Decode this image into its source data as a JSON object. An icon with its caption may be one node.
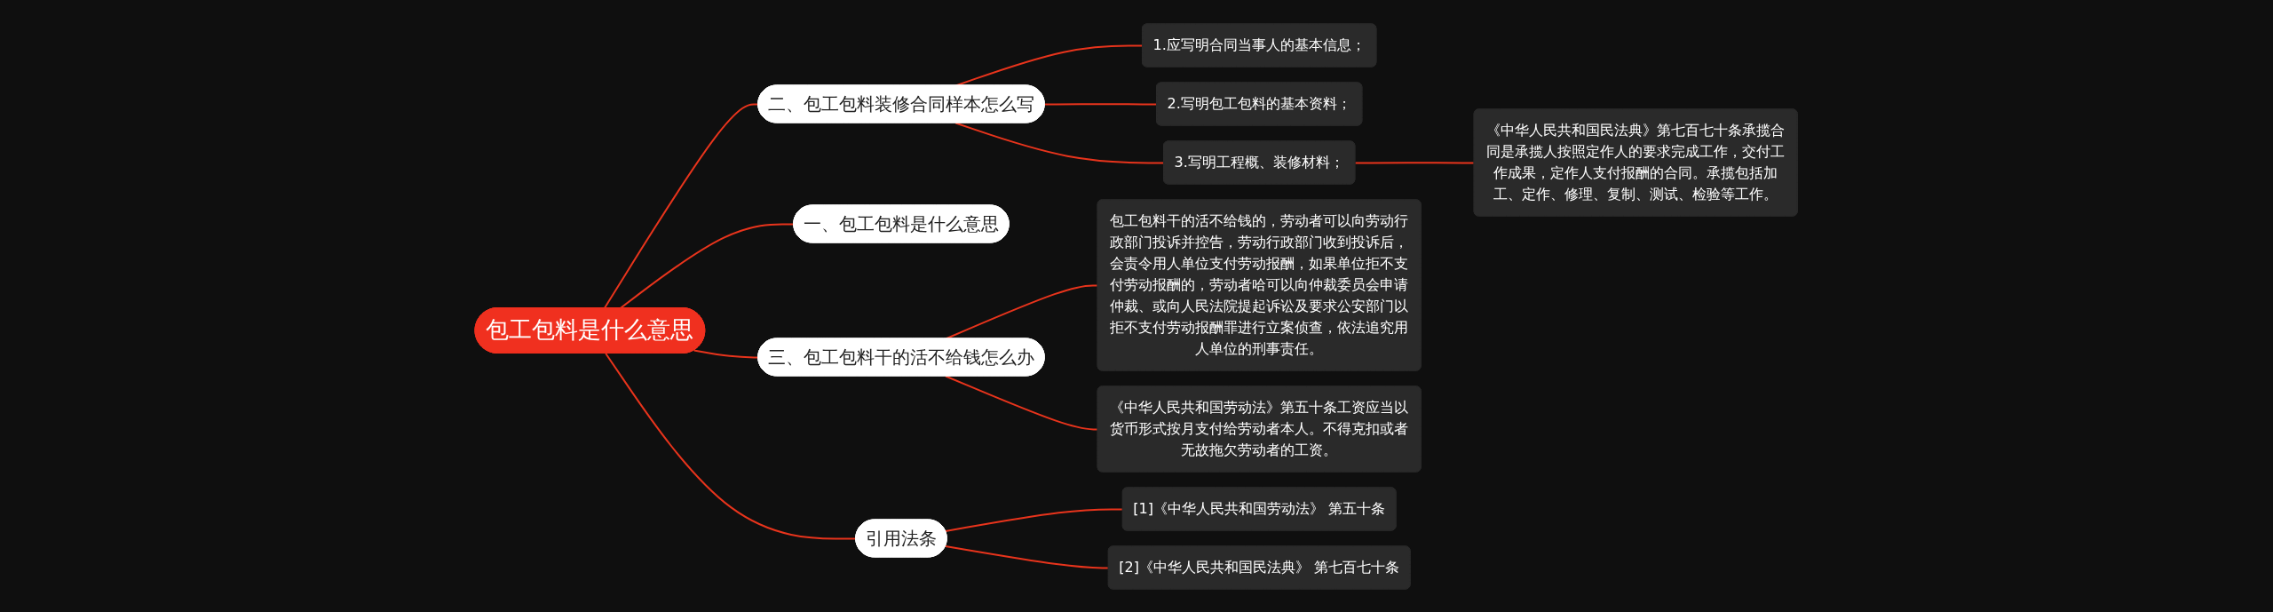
{
  "diagram": {
    "nodes": [
      {
        "text": [
          "包工包料是什么意思"
        ]
      },
      {
        "text": [
          "二、包工包料装修合同样本怎么写"
        ]
      },
      {
        "text": [
          "1.应写明合同当事人的基本信息；"
        ]
      },
      {
        "text": [
          "2.写明包工包料的基本资料；"
        ]
      },
      {
        "text": [
          "3.写明工程概、装修材料；"
        ]
      },
      {
        "text": [
          "《中华人民共和国民法典》第七百七十条承揽合同是承揽人按照定作人的要求完成工作，交付工作成果，定作人支付报酬的合同。承揽包括加工、定作、修理、复制、测试、检验等工作。"
        ]
      },
      {
        "text": [
          "一、包工包料是什么意思"
        ]
      },
      {
        "text": [
          "三、包工包料干的活不给钱怎么办"
        ]
      },
      {
        "text": [
          "包工包料干的活不给钱的，劳动者可以向劳动行政部门投诉并控告，劳动行政部门收到投诉后，会责令用人单位支付劳动报酬，如果单位拒不支付劳动报酬的，劳动者哈可以向仲裁委员会申请仲裁、或向人民法院提起诉讼及要求公安部门以拒不支付劳动报酬罪进行立案侦查，依法追究用人单位的刑事责任。"
        ]
      },
      {
        "text": [
          "《中华人民共和国劳动法》第五十条工资应当以货币形式按月支付给劳动者本人。不得克扣或者无故拖欠劳动者的工资。"
        ]
      },
      {
        "text": [
          "引用法条"
        ]
      },
      {
        "text": [
          "[1]《中华人民共和国劳动法》 第五十条"
        ]
      },
      {
        "text": [
          "[2]《中华人民共和国民法典》 第七百七十条"
        ]
      }
    ],
    "edges": [
      {
        "from": 0,
        "to": 1,
        "arrow": "none"
      },
      {
        "from": 1,
        "to": 2,
        "arrow": "none"
      },
      {
        "from": 1,
        "to": 3,
        "arrow": "none"
      },
      {
        "from": 1,
        "to": 4,
        "arrow": "none"
      },
      {
        "from": 4,
        "to": 5,
        "arrow": "none"
      },
      {
        "from": 0,
        "to": 6,
        "arrow": "none"
      },
      {
        "from": 0,
        "to": 7,
        "arrow": "none"
      },
      {
        "from": 7,
        "to": 8,
        "arrow": "none"
      },
      {
        "from": 7,
        "to": 9,
        "arrow": "none"
      },
      {
        "from": 0,
        "to": 10,
        "arrow": "none"
      },
      {
        "from": 10,
        "to": 11,
        "arrow": "none"
      },
      {
        "from": 10,
        "to": 12,
        "arrow": "none"
      }
    ]
  }
}
